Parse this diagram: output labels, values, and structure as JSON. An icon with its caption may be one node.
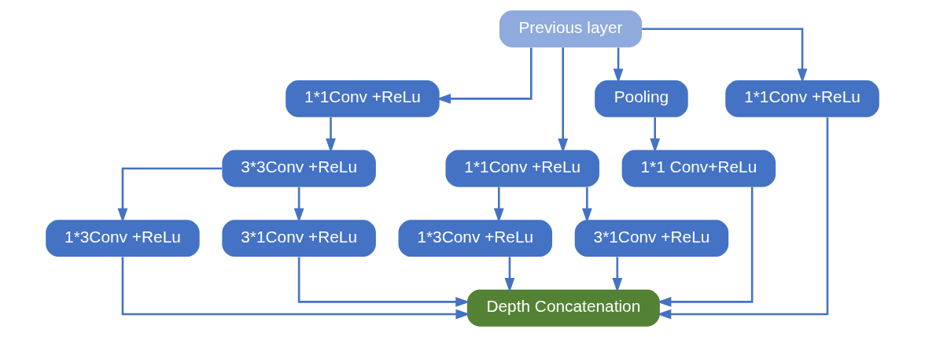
{
  "diagram": {
    "nodes": [
      {
        "text": [
          "Previous layer"
        ]
      },
      {
        "text": [
          "1*1Conv +ReLu"
        ]
      },
      {
        "text": [
          "1*1Conv +ReLu"
        ]
      },
      {
        "text": [
          "Pooling"
        ]
      },
      {
        "text": [
          "1*1Conv +ReLu"
        ]
      },
      {
        "text": [
          "3*3Conv +ReLu"
        ]
      },
      {
        "text": [
          "1*3Conv +ReLu"
        ]
      },
      {
        "text": [
          "3*1Conv +ReLu"
        ]
      },
      {
        "text": [
          "1*1 Conv+ReLu"
        ]
      },
      {
        "text": [
          "1*3Conv +ReLu"
        ]
      },
      {
        "text": [
          "3*1Conv +ReLu"
        ]
      },
      {
        "text": [
          "Depth Concatenation"
        ]
      }
    ],
    "edges": [
      {
        "from": 0,
        "to": 1,
        "arrow": "to"
      },
      {
        "from": 0,
        "to": 2,
        "arrow": "to"
      },
      {
        "from": 0,
        "to": 3,
        "arrow": "to"
      },
      {
        "from": 0,
        "to": 4,
        "arrow": "to"
      },
      {
        "from": 1,
        "to": 5,
        "arrow": "to"
      },
      {
        "from": 5,
        "to": 9,
        "arrow": "to"
      },
      {
        "from": 5,
        "to": 10,
        "arrow": "to"
      },
      {
        "from": 2,
        "to": 6,
        "arrow": "to"
      },
      {
        "from": 2,
        "to": 7,
        "arrow": "to"
      },
      {
        "from": 3,
        "to": 8,
        "arrow": "to"
      },
      {
        "from": 9,
        "to": 11,
        "arrow": "to"
      },
      {
        "from": 10,
        "to": 11,
        "arrow": "to"
      },
      {
        "from": 6,
        "to": 11,
        "arrow": "to"
      },
      {
        "from": 7,
        "to": 11,
        "arrow": "to"
      },
      {
        "from": 8,
        "to": 11,
        "arrow": "to"
      },
      {
        "from": 4,
        "to": 11,
        "arrow": "to"
      }
    ]
  }
}
